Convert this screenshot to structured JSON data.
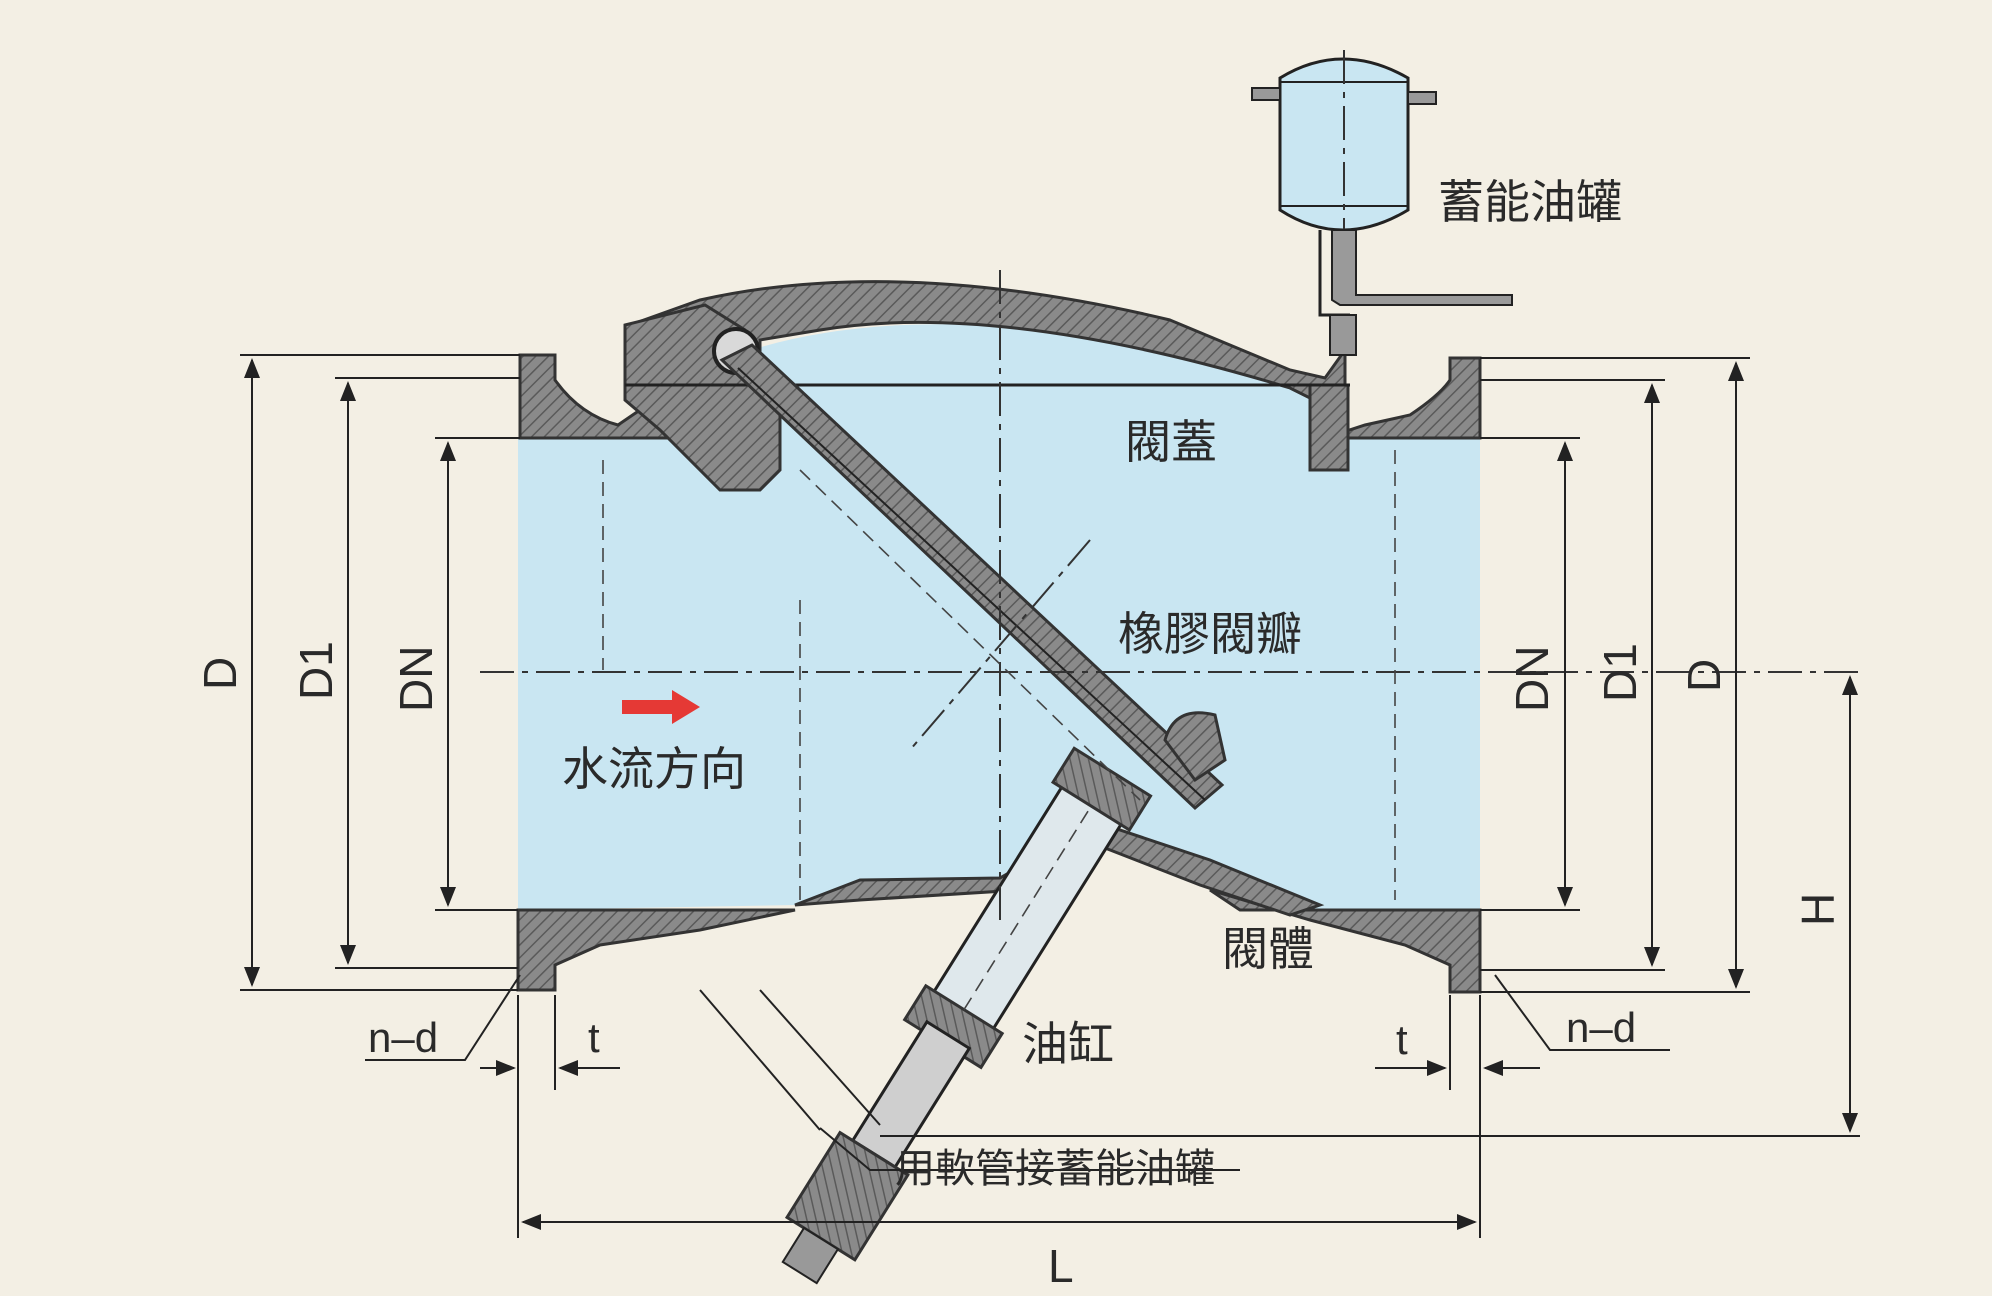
{
  "labels": {
    "tank": "蓄能油罐",
    "cover": "閥蓋",
    "disc": "橡膠閥瓣",
    "flow": "水流方向",
    "body": "閥體",
    "cylinder": "油缸",
    "hose": "用軟管接蓄能油罐"
  },
  "dimensions": {
    "D_left": "D",
    "D1_left": "D1",
    "DN_left": "DN",
    "DN_right": "DN",
    "D1_right": "D1",
    "D_right": "D",
    "H": "H",
    "L": "L",
    "nd_left": "n–d",
    "nd_right": "n–d",
    "t_left": "t",
    "t_right": "t"
  },
  "colors": {
    "background": "#f3efe4",
    "water": "#c9e6f2",
    "metal": "#7d7d7d",
    "flow_arrow": "#e53935",
    "line": "#222222"
  },
  "icons": {
    "flow_arrow": "arrow-right-icon"
  }
}
